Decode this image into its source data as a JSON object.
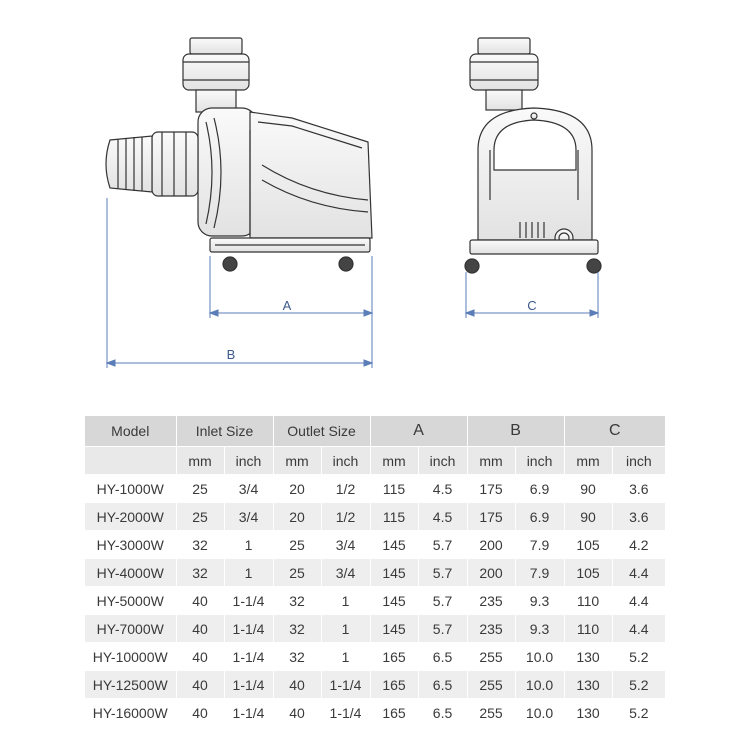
{
  "dimension_labels": {
    "a": "A",
    "b": "B",
    "c": "C"
  },
  "table": {
    "header_top": [
      "Model",
      "Inlet Size",
      "Outlet Size",
      "A",
      "B",
      "C"
    ],
    "header_units": [
      "mm",
      "inch",
      "mm",
      "inch",
      "mm",
      "inch",
      "mm",
      "inch",
      "mm",
      "inch"
    ],
    "rows": [
      [
        "HY-1000W",
        "25",
        "3/4",
        "20",
        "1/2",
        "115",
        "4.5",
        "175",
        "6.9",
        "90",
        "3.6"
      ],
      [
        "HY-2000W",
        "25",
        "3/4",
        "20",
        "1/2",
        "115",
        "4.5",
        "175",
        "6.9",
        "90",
        "3.6"
      ],
      [
        "HY-3000W",
        "32",
        "1",
        "25",
        "3/4",
        "145",
        "5.7",
        "200",
        "7.9",
        "105",
        "4.2"
      ],
      [
        "HY-4000W",
        "32",
        "1",
        "25",
        "3/4",
        "145",
        "5.7",
        "200",
        "7.9",
        "105",
        "4.4"
      ],
      [
        "HY-5000W",
        "40",
        "1-1/4",
        "32",
        "1",
        "145",
        "5.7",
        "235",
        "9.3",
        "110",
        "4.4"
      ],
      [
        "HY-7000W",
        "40",
        "1-1/4",
        "32",
        "1",
        "145",
        "5.7",
        "235",
        "9.3",
        "110",
        "4.4"
      ],
      [
        "HY-10000W",
        "40",
        "1-1/4",
        "32",
        "1",
        "165",
        "6.5",
        "255",
        "10.0",
        "130",
        "5.2"
      ],
      [
        "HY-12500W",
        "40",
        "1-1/4",
        "40",
        "1-1/4",
        "165",
        "6.5",
        "255",
        "10.0",
        "130",
        "5.2"
      ],
      [
        "HY-16000W",
        "40",
        "1-1/4",
        "40",
        "1-1/4",
        "165",
        "6.5",
        "255",
        "10.0",
        "130",
        "5.2"
      ]
    ]
  }
}
